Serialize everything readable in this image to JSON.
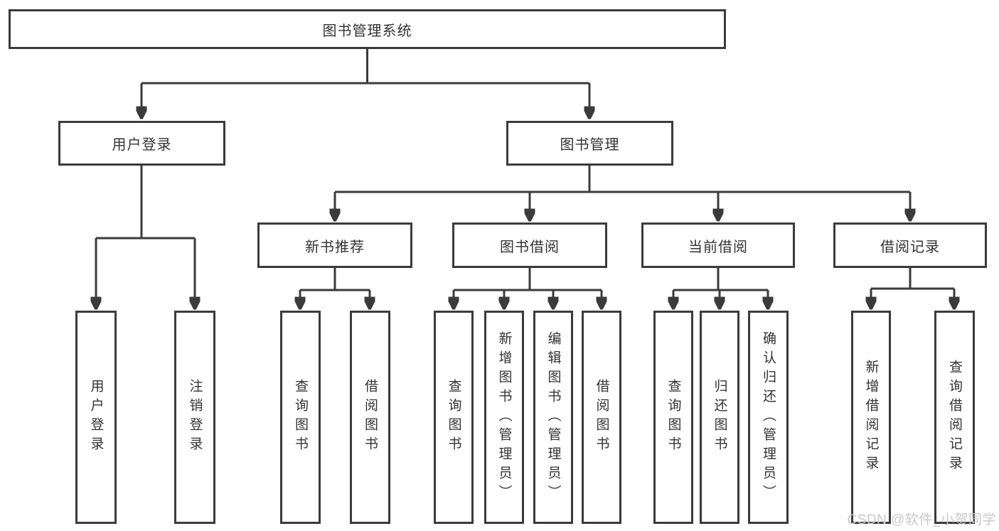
{
  "tree": {
    "label": "图书管理系统",
    "children": [
      {
        "label": "用户登录",
        "children": [
          {
            "label": "用户登录"
          },
          {
            "label": "注销登录"
          }
        ]
      },
      {
        "label": "图书管理",
        "children": [
          {
            "label": "新书推荐",
            "children": [
              {
                "label": "查询图书"
              },
              {
                "label": "借阅图书"
              }
            ]
          },
          {
            "label": "图书借阅",
            "children": [
              {
                "label": "查询图书"
              },
              {
                "label": "新增图书（管理员）"
              },
              {
                "label": "编辑图书（管理员）"
              },
              {
                "label": "借阅图书"
              }
            ]
          },
          {
            "label": "当前借阅",
            "children": [
              {
                "label": "查询图书"
              },
              {
                "label": "归还图书"
              },
              {
                "label": "确认归还（管理员）"
              }
            ]
          },
          {
            "label": "借阅记录",
            "children": [
              {
                "label": "新增借阅记录"
              },
              {
                "label": "查询借阅记录"
              }
            ]
          }
        ]
      }
    ]
  },
  "watermark": {
    "text": "CSDN @软件_小贺同学"
  },
  "colors": {
    "line": "#3b3b3b",
    "text": "#333333",
    "watermark": "#c8c8c8",
    "background": "#ffffff"
  }
}
